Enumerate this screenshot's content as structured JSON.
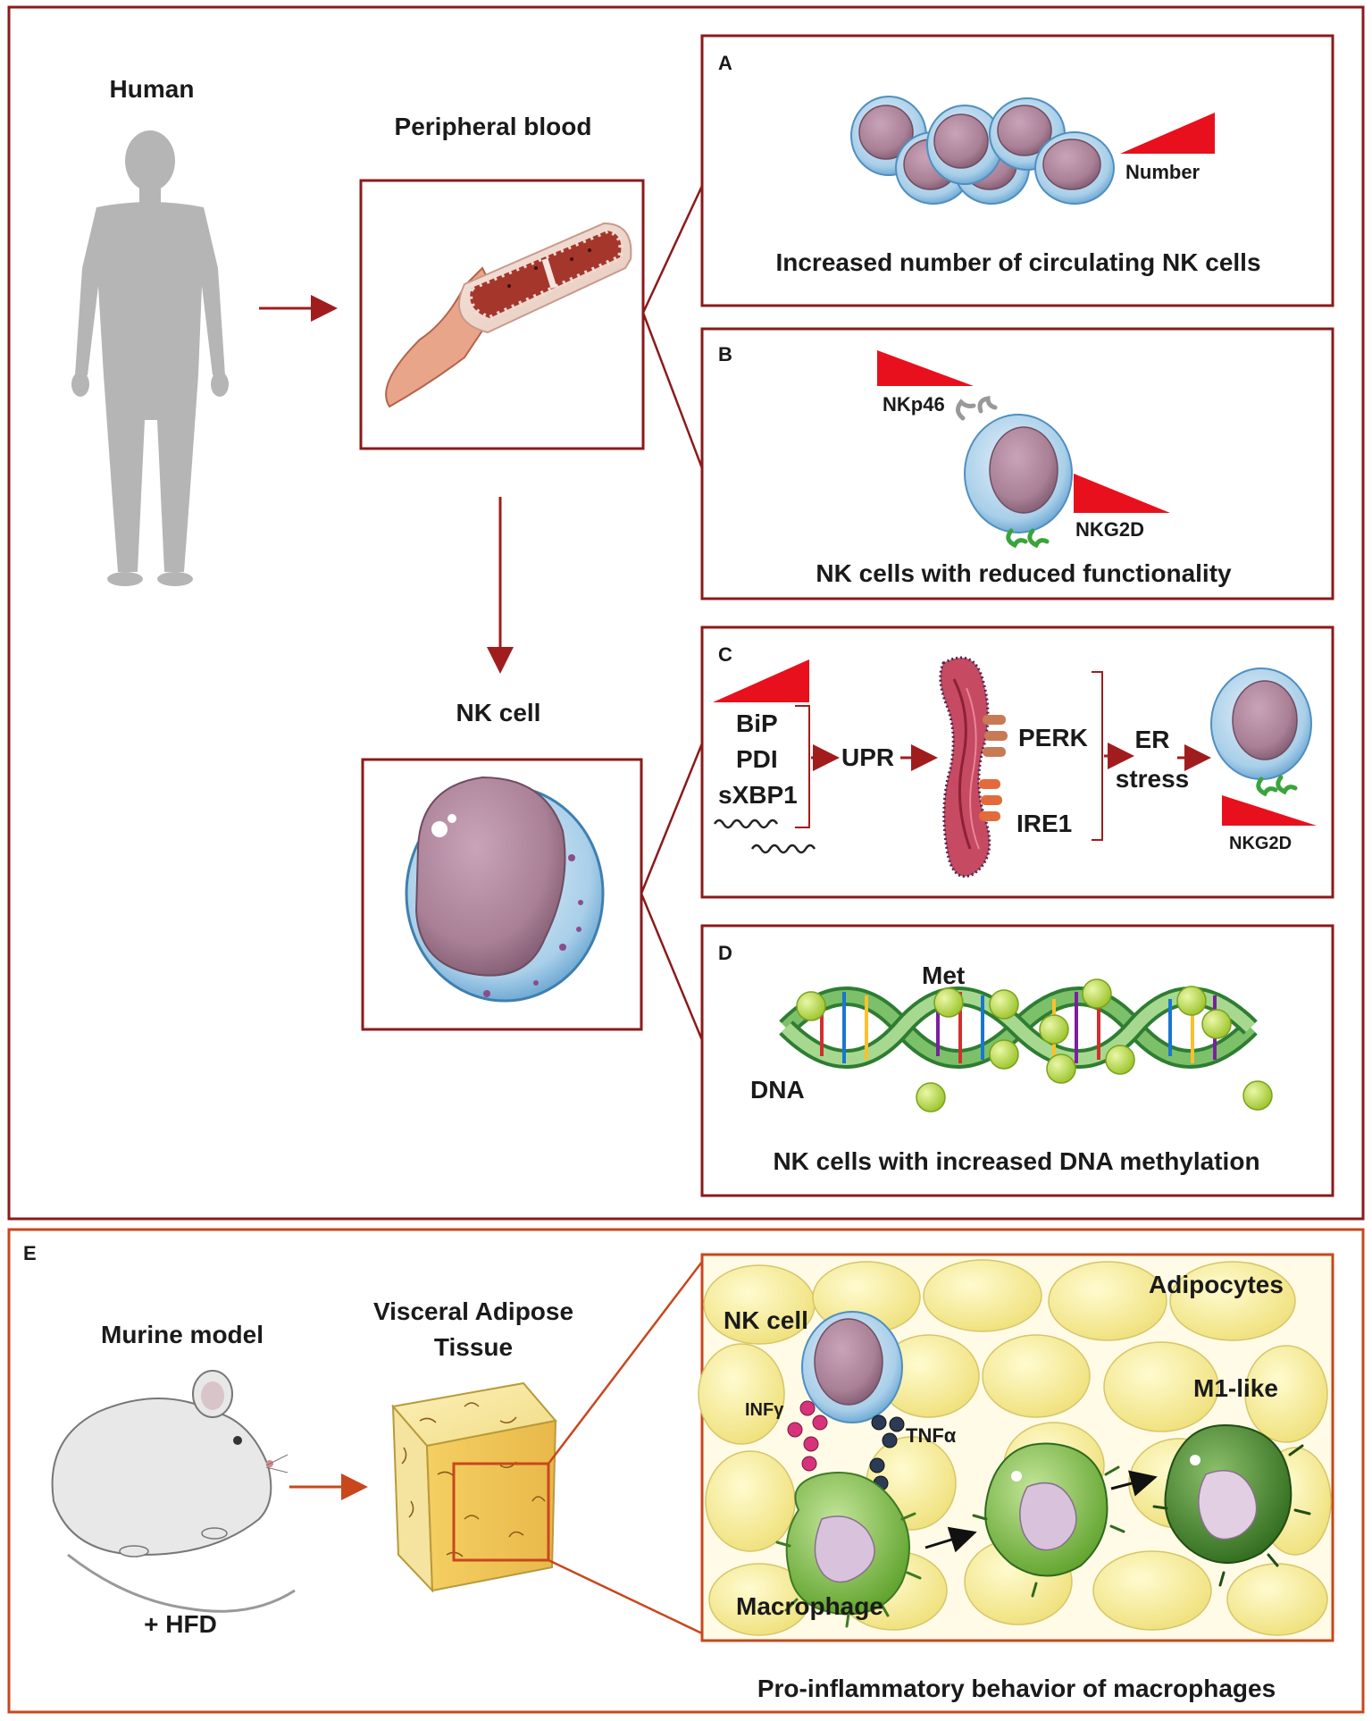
{
  "colors": {
    "frame": "#8b1a1a",
    "frame_orange": "#c8471c",
    "arrow": "#a11d1d",
    "triangle": "#e8101c",
    "nucleus": "#a98096",
    "cell_blue": "#7fb6dc",
    "adipocyte": "#f7ef9a",
    "macrophage": "#7dbb3d",
    "macrophage_dark": "#3d7a25",
    "dna_green": "#4a9e3a",
    "methyl": "#b8dd3a"
  },
  "left": {
    "human": "Human",
    "peripheral_blood": "Peripheral blood",
    "nk_cell": "NK cell"
  },
  "panel_a": {
    "letter": "A",
    "triangle_label": "Number",
    "caption": "Increased number of circulating NK cells"
  },
  "panel_b": {
    "letter": "B",
    "receptor1": "NKp46",
    "receptor2": "NKG2D",
    "caption": "NK cells with reduced functionality"
  },
  "panel_c": {
    "letter": "C",
    "markers": [
      "BiP",
      "PDI",
      "sXBP1"
    ],
    "upr": "UPR",
    "perk": "PERK",
    "ire1": "IRE1",
    "er": "ER",
    "stress": "stress",
    "nkg2d": "NKG2D"
  },
  "panel_d": {
    "letter": "D",
    "met": "Met",
    "dna": "DNA",
    "caption": "NK cells with increased DNA methylation"
  },
  "panel_e": {
    "letter": "E",
    "murine": "Murine model",
    "hfd": "+ HFD",
    "vat_line1": "Visceral Adipose",
    "vat_line2": "Tissue",
    "adipocytes": "Adipocytes",
    "nk_cell": "NK cell",
    "infg": "INFγ",
    "tnfa": "TNFα",
    "m1": "M1-like",
    "macrophage": "Macrophage",
    "caption": "Pro-inflammatory behavior of macrophages"
  }
}
